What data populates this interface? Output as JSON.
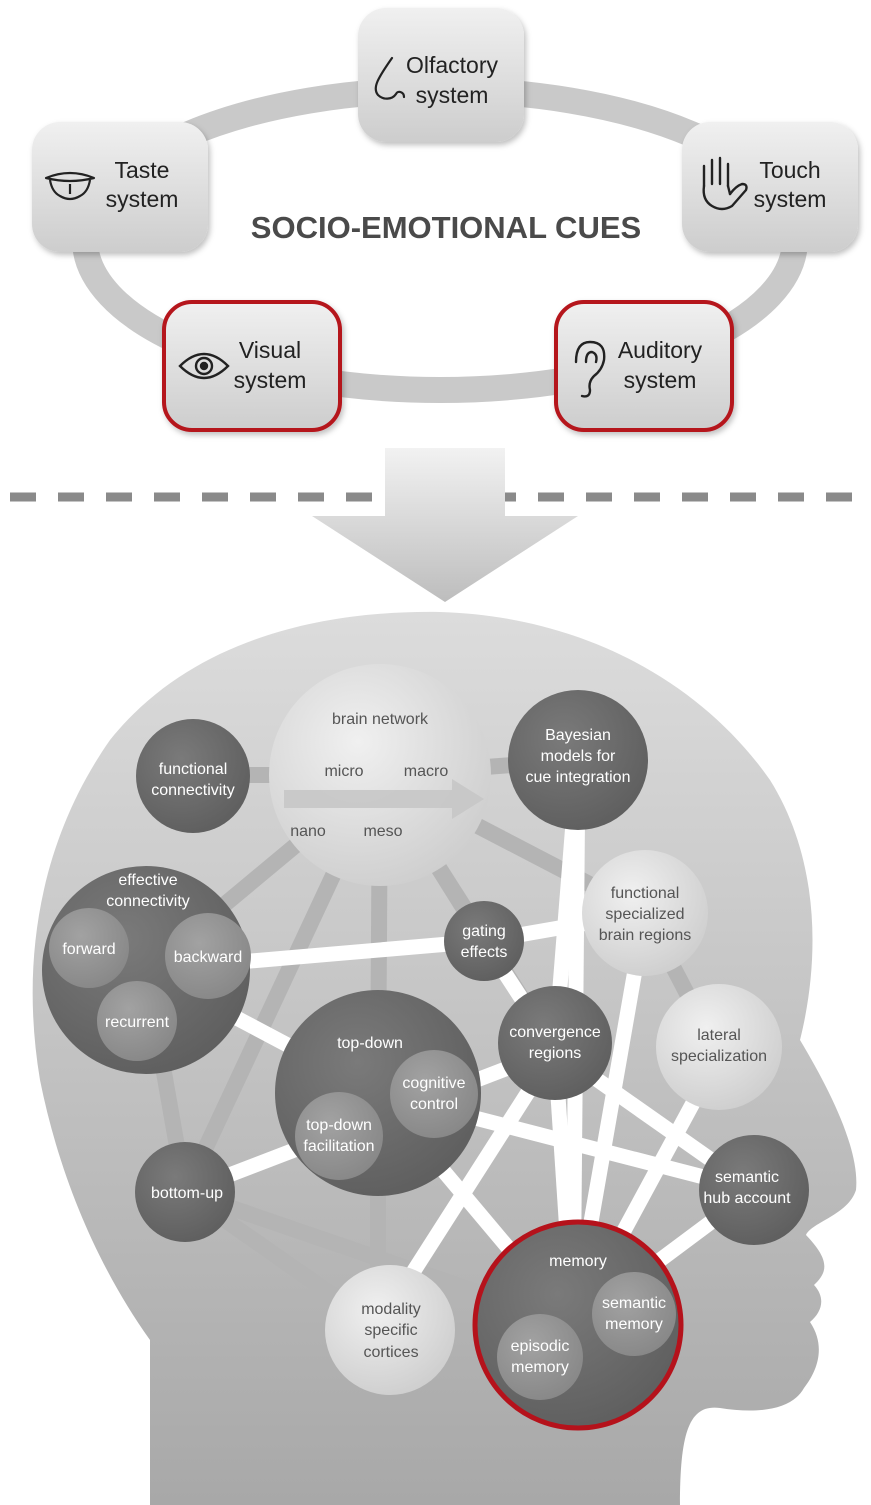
{
  "header": {
    "title": "SOCIO-EMOTIONAL CUES"
  },
  "senses": [
    {
      "id": "olfactory",
      "line1": "Olfactory",
      "line2": "system",
      "icon": "nose-icon",
      "highlight": false
    },
    {
      "id": "taste",
      "line1": "Taste",
      "line2": "system",
      "icon": "tongue-icon",
      "highlight": false
    },
    {
      "id": "touch",
      "line1": "Touch",
      "line2": "system",
      "icon": "hand-icon",
      "highlight": false
    },
    {
      "id": "visual",
      "line1": "Visual",
      "line2": "system",
      "icon": "eye-icon",
      "highlight": true
    },
    {
      "id": "auditory",
      "line1": "Auditory",
      "line2": "system",
      "icon": "ear-icon",
      "highlight": true
    }
  ],
  "brain_network": {
    "title": "brain network",
    "scales": [
      "micro",
      "macro",
      "nano",
      "meso"
    ]
  },
  "nodes": {
    "functional_connectivity": [
      "functional",
      "connectivity"
    ],
    "bayesian": [
      "Bayesian",
      "models for",
      "cue integration"
    ],
    "effective_connectivity": [
      "effective",
      "connectivity"
    ],
    "forward": [
      "forward"
    ],
    "backward": [
      "backward"
    ],
    "recurrent": [
      "recurrent"
    ],
    "gating": [
      "gating",
      "effects"
    ],
    "functional_specialized": [
      "functional",
      "specialized",
      "brain regions"
    ],
    "convergence": [
      "convergence",
      "regions"
    ],
    "lateral": [
      "lateral",
      "specialization"
    ],
    "top_down": [
      "top-down"
    ],
    "cognitive_control": [
      "cognitive",
      "control"
    ],
    "top_down_facilitation": [
      "top-down",
      "facilitation"
    ],
    "bottom_up": [
      "bottom-up"
    ],
    "semantic_hub": [
      "semantic",
      "hub account"
    ],
    "modality": [
      "modality",
      "specific",
      "cortices"
    ],
    "memory": [
      "memory"
    ],
    "semantic_memory": [
      "semantic",
      "memory"
    ],
    "episodic_memory": [
      "episodic",
      "memory"
    ]
  },
  "colors": {
    "highlight": "#b5121b",
    "dark_node": "#6b6b6b",
    "mid_node": "#8c8c8c",
    "light_node": "#d6d6d6",
    "head": "#cfcfcf",
    "box": "#e3e3e3"
  }
}
